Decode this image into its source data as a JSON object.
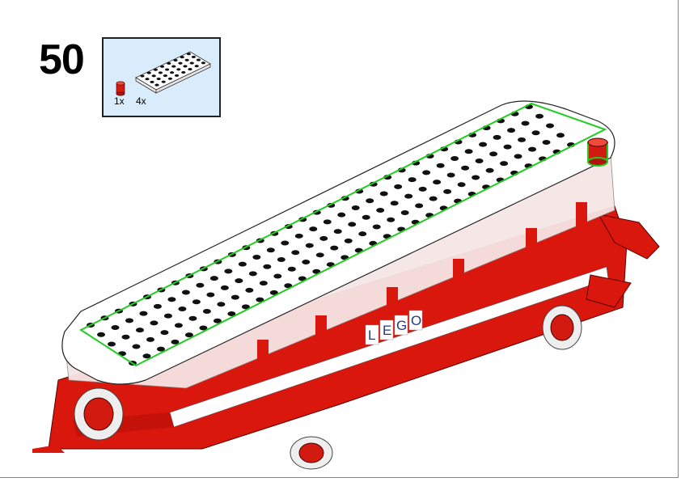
{
  "step": {
    "number": "50"
  },
  "parts_list": [
    {
      "part": "round-brick-1x1-red",
      "quantity": "1x",
      "color": "#cc1a10"
    },
    {
      "part": "plate-4x8-white",
      "quantity": "4x",
      "color": "#ffffff"
    }
  ],
  "model": {
    "logo_text": [
      "L",
      "E",
      "G",
      "O"
    ],
    "highlight_color": "#22cc22",
    "body_color": "#d9170d",
    "logo_color": "#1b3c8c"
  }
}
